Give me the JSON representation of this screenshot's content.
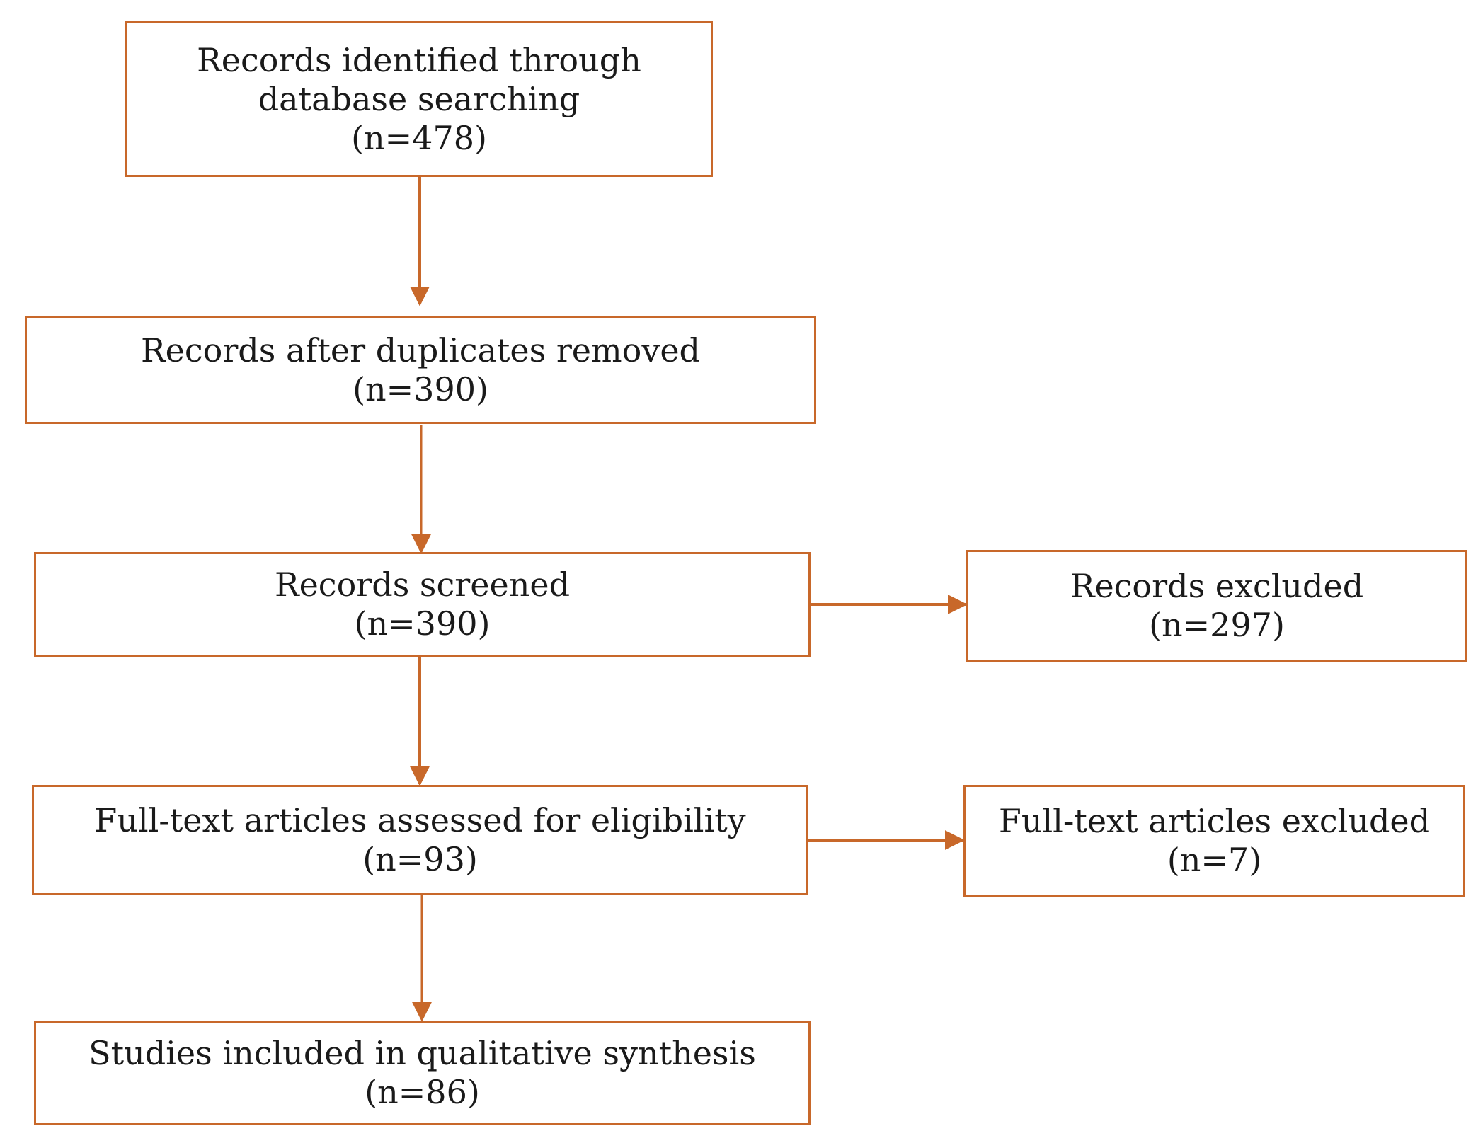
{
  "diagram": {
    "accent_color": "#C8682A",
    "nodes": {
      "identified": {
        "lines": [
          "Records identified through",
          "database searching"
        ],
        "count": "(n=478)"
      },
      "deduplicated": {
        "lines": [
          "Records after duplicates removed"
        ],
        "count": "(n=390)"
      },
      "screened": {
        "lines": [
          "Records screened"
        ],
        "count": "(n=390)"
      },
      "excluded": {
        "lines": [
          "Records excluded"
        ],
        "count": "(n=297)"
      },
      "fulltext": {
        "lines": [
          "Full-text articles assessed for eligibility"
        ],
        "count": "(n=93)"
      },
      "fulltext_excluded": {
        "lines": [
          "Full-text articles excluded"
        ],
        "count": "(n=7)"
      },
      "included": {
        "lines": [
          "Studies included in qualitative synthesis"
        ],
        "count": "(n=86)"
      }
    },
    "edges": [
      {
        "from": "identified",
        "to": "deduplicated"
      },
      {
        "from": "deduplicated",
        "to": "screened"
      },
      {
        "from": "screened",
        "to": "excluded"
      },
      {
        "from": "screened",
        "to": "fulltext"
      },
      {
        "from": "fulltext",
        "to": "fulltext_excluded"
      },
      {
        "from": "fulltext",
        "to": "included"
      }
    ]
  }
}
